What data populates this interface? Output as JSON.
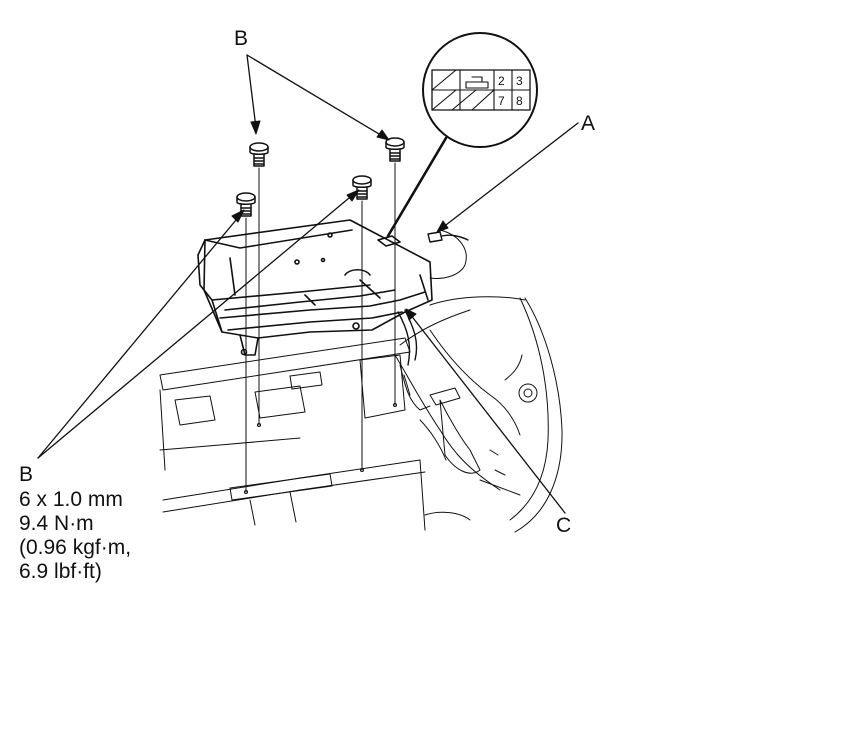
{
  "labels": {
    "a": "A",
    "b_top": "B",
    "b_bottom": "B",
    "c": "C"
  },
  "spec": {
    "size": "6 x 1.0 mm",
    "torque_nm": "9.4 N·m",
    "torque_kgf": "(0.96 kgf·m,",
    "torque_lbf": "6.9 lbf·ft)"
  },
  "connector": {
    "pins": [
      "2",
      "3",
      "7",
      "8"
    ]
  },
  "colors": {
    "line": "#111111",
    "background": "#ffffff"
  }
}
